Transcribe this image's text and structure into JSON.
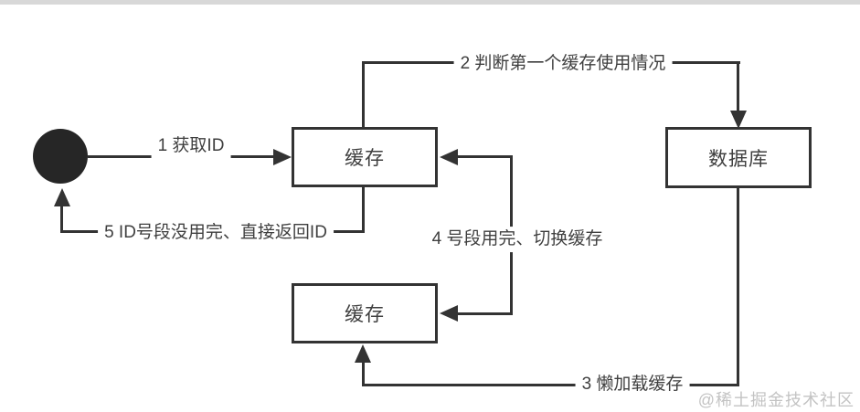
{
  "colors": {
    "line": "#333333",
    "text": "#3f3f3f",
    "node-fill": "#262626",
    "node-border": "#333333",
    "watermark": "#c3c3c3",
    "topbar": "#d8d8d8",
    "bg": "#ffffff"
  },
  "diagram": {
    "type": "flowchart",
    "nodes": {
      "actor": {
        "shape": "filled-circle",
        "label": ""
      },
      "cache_top": {
        "label": "缓存"
      },
      "cache_bottom": {
        "label": "缓存"
      },
      "database": {
        "label": "数据库"
      }
    },
    "edges": {
      "step1": {
        "label": "1 获取ID",
        "from": "actor",
        "to": "cache_top"
      },
      "step2": {
        "label": "2 判断第一个缓存使用情况",
        "from": "cache_top",
        "to": "database"
      },
      "step3": {
        "label": "3 懒加载缓存",
        "from": "database",
        "to": "cache_bottom"
      },
      "step4": {
        "label": "4 号段用完、切换缓存",
        "from": "cache_bottom",
        "to": "cache_top",
        "style": "double-headed"
      },
      "step5": {
        "label": "5 ID号段没用完、直接返回ID",
        "from": "cache_top",
        "to": "actor"
      }
    },
    "watermark": "@稀土掘金技术社区"
  }
}
